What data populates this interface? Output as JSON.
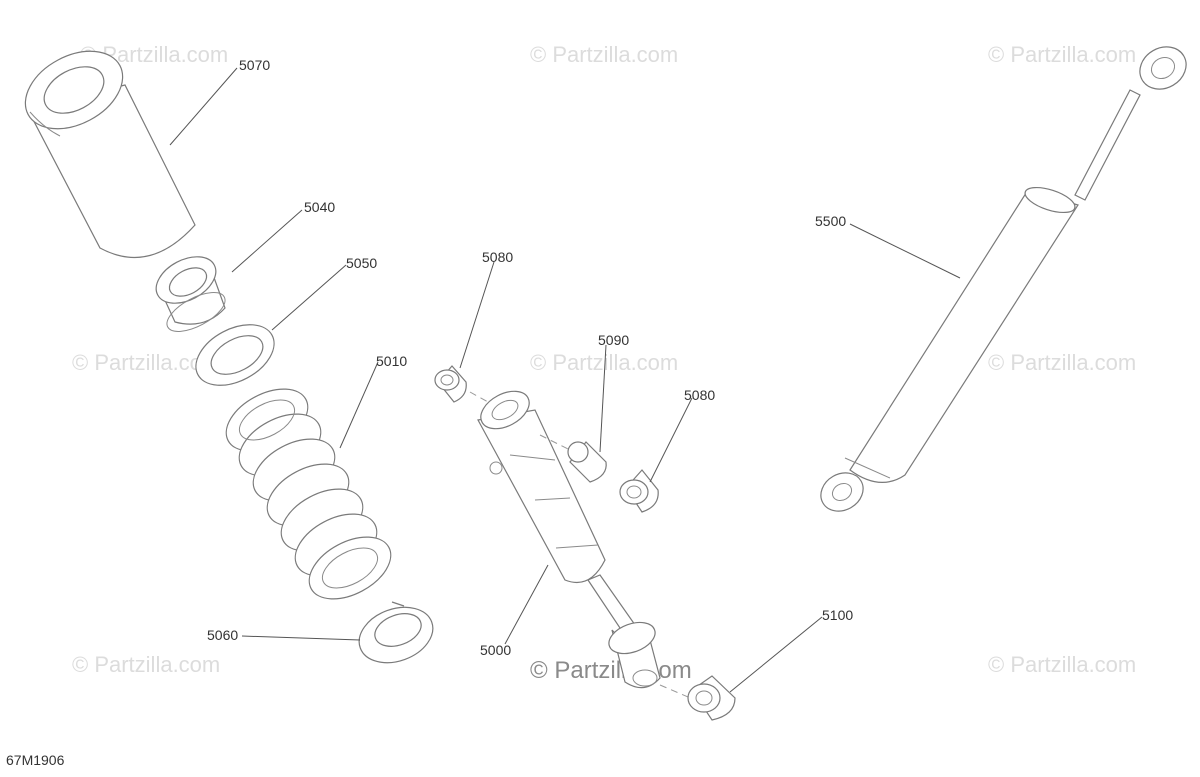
{
  "watermark": "© Partzilla.com",
  "diagram_code": "67M1906",
  "callouts": {
    "c5070": "5070",
    "c5040": "5040",
    "c5050": "5050",
    "c5010": "5010",
    "c5060": "5060",
    "c5080a": "5080",
    "c5090": "5090",
    "c5080b": "5080",
    "c5000": "5000",
    "c5100": "5100",
    "c5500": "5500"
  }
}
